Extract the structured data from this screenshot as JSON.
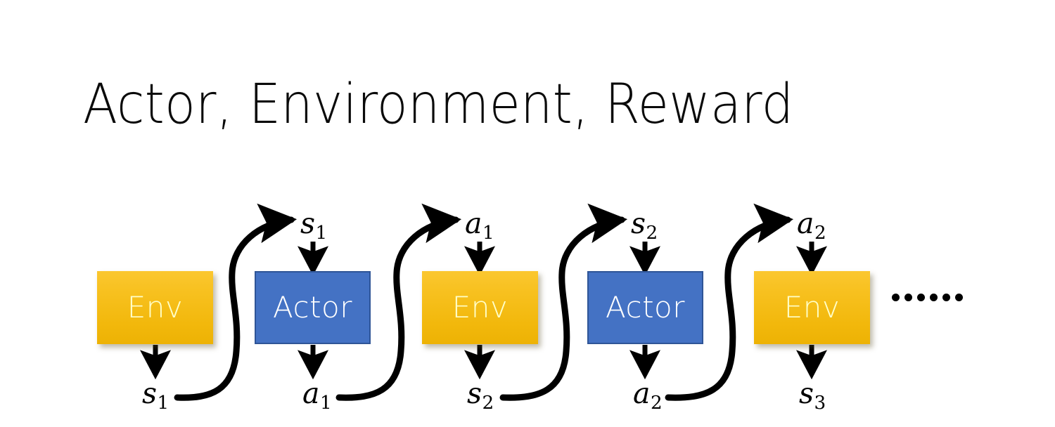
{
  "slide": {
    "title": "Actor, Environment, Reward",
    "background_color": "#FFFFFF"
  },
  "theme": {
    "env_fill": "#F5C01B",
    "env_text": "#FFFFC9",
    "actor_fill": "#4472C4",
    "actor_border": "#2F5597",
    "actor_text": "#FFFFFF",
    "arrow_color": "#000000",
    "title_color": "#0A0A0A"
  },
  "diagram": {
    "type": "rl-interaction-sequence",
    "nodes": [
      {
        "id": "env1",
        "label": "Env",
        "kind": "env"
      },
      {
        "id": "actor1",
        "label": "Actor",
        "kind": "actor"
      },
      {
        "id": "env2",
        "label": "Env",
        "kind": "env"
      },
      {
        "id": "actor2",
        "label": "Actor",
        "kind": "actor"
      },
      {
        "id": "env3",
        "label": "Env",
        "kind": "env"
      }
    ],
    "top_labels": [
      {
        "id": "top-s1",
        "symbol": "s",
        "subscript": "1",
        "target": "actor1"
      },
      {
        "id": "top-a1",
        "symbol": "a",
        "subscript": "1",
        "target": "env2"
      },
      {
        "id": "top-s2",
        "symbol": "s",
        "subscript": "2",
        "target": "actor2"
      },
      {
        "id": "top-a2",
        "symbol": "a",
        "subscript": "2",
        "target": "env3"
      }
    ],
    "bottom_labels": [
      {
        "id": "bot-s1",
        "symbol": "s",
        "subscript": "1",
        "source": "env1"
      },
      {
        "id": "bot-a1",
        "symbol": "a",
        "subscript": "1",
        "source": "actor1"
      },
      {
        "id": "bot-s2",
        "symbol": "s",
        "subscript": "2",
        "source": "env2"
      },
      {
        "id": "bot-a2",
        "symbol": "a",
        "subscript": "2",
        "source": "actor2"
      },
      {
        "id": "bot-s3",
        "symbol": "s",
        "subscript": "3",
        "source": "env3"
      }
    ],
    "ellipsis": {
      "dot_count": 6,
      "meaning": "sequence continues"
    }
  }
}
